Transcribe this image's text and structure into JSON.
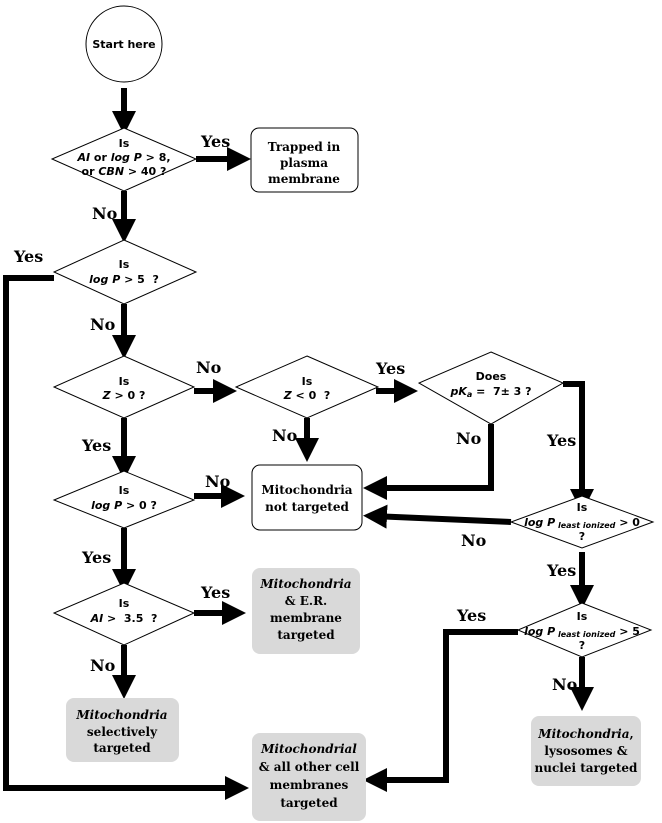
{
  "nodes": {
    "start": "Start here",
    "d1": {
      "l1": "Is",
      "l2a": "AI",
      "l2b": " or ",
      "l2c": "log P",
      "l2d": " > 8,",
      "l3a": "or ",
      "l3b": "CBN",
      "l3c": " > 40 ?"
    },
    "trapped": [
      "Trapped in",
      "plasma",
      "membrane"
    ],
    "d2": {
      "l1": "Is",
      "l2a": "log P",
      "l2b": " > 5  ?"
    },
    "d3": {
      "l1": "Is",
      "l2a": "Z",
      "l2b": " > 0 ?"
    },
    "d4": {
      "l1": "Is",
      "l2a": "Z",
      "l2b": " < 0  ?"
    },
    "d5": {
      "l1": "Does",
      "l2a": "pK",
      "l2b": "a",
      "l2c": " =  7± 3 ?"
    },
    "d6": {
      "l1": "Is",
      "l2a": "log P",
      "l2b": " > 0 ?"
    },
    "notTargeted": [
      "Mitochondria",
      "not targeted"
    ],
    "d7": {
      "l1": "Is",
      "l2a": "log P",
      "l2b": " least ionized",
      "l2c": " > 0",
      "l3": "?"
    },
    "d8": {
      "l1": "Is",
      "l2a": "AI",
      "l2b": " >  3.5  ?"
    },
    "erTargeted": {
      "l1": "Mitochondria",
      "l2": "& E.R.",
      "l3": "membrane",
      "l4": "targeted"
    },
    "d9": {
      "l1": "Is",
      "l2a": "log P",
      "l2b": " least ionized",
      "l2c": " > 5",
      "l3": "?"
    },
    "selective": {
      "l1": "Mitochondria",
      "l2": "selectively",
      "l3": "targeted"
    },
    "allMembranes": {
      "l1": "Mitochondrial",
      "l2": "& all other cell",
      "l3": "membranes",
      "l4": "targeted"
    },
    "lysosomes": {
      "l1a": "Mitochondria",
      "l1b": ",",
      "l2": "lysosomes &",
      "l3": "nuclei targeted"
    }
  },
  "labels": {
    "yes": "Yes",
    "no": "No"
  },
  "colors": {
    "line": "#000000",
    "grayBox": "#d9d9d9"
  }
}
